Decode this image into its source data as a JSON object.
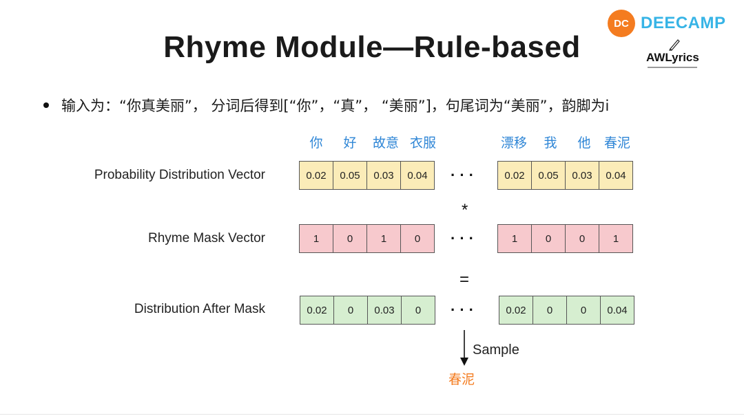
{
  "slide": {
    "title": "Rhyme Module—Rule-based",
    "bullet": "输入为：“你真美丽”， 分词后得到[“你”，“真”， “美丽”]，句尾词为“美丽”，韵脚为i"
  },
  "branding": {
    "logo_mark": "DC",
    "logo_text": "DEECAMP",
    "secondary_logo": "AWLyrics",
    "accent_color": "#f47c20",
    "brand_color": "#37b4e6"
  },
  "vocab": {
    "left": [
      "你",
      "好",
      "故意",
      "衣服"
    ],
    "right": [
      "漂移",
      "我",
      "他",
      "春泥"
    ]
  },
  "rows": [
    {
      "label": "Probability Distribution Vector",
      "color": "#fbecb8",
      "left": [
        "0.02",
        "0.05",
        "0.03",
        "0.04"
      ],
      "right": [
        "0.02",
        "0.05",
        "0.03",
        "0.04"
      ]
    },
    {
      "label": "Rhyme Mask Vector",
      "color": "#f7c9cd",
      "left": [
        "1",
        "0",
        "1",
        "0"
      ],
      "right": [
        "1",
        "0",
        "0",
        "1"
      ]
    },
    {
      "label": "Distribution After  Mask",
      "color": "#d6eed0",
      "left": [
        "0.02",
        "0",
        "0.03",
        "0"
      ],
      "right": [
        "0.02",
        "0",
        "0",
        "0.04"
      ]
    }
  ],
  "operators": {
    "multiply": "*",
    "equals": "="
  },
  "ellipsis": "···",
  "sample": {
    "label": "Sample",
    "result": "春泥"
  }
}
